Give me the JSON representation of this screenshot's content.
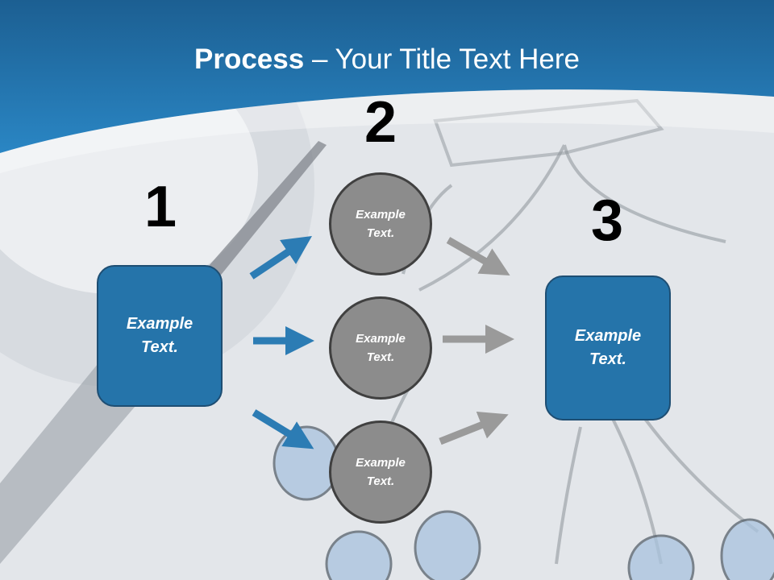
{
  "title": {
    "bold": "Process",
    "rest": " – Your Title Text Here"
  },
  "steps": {
    "one": "1",
    "two": "2",
    "three": "3"
  },
  "left_box": {
    "text": "Example\nText."
  },
  "right_box": {
    "text": "Example\nText."
  },
  "circles": [
    {
      "text": "Example\nText."
    },
    {
      "text": "Example\nText."
    },
    {
      "text": "Example\nText."
    }
  ],
  "colors": {
    "header_blue": "#2474ad",
    "box_blue": "#2574aa",
    "box_border": "#1e4e73",
    "circle_gray": "#8c8c8c",
    "arrow_blue": "#2c7cb4",
    "arrow_gray": "#9a9a9a"
  }
}
